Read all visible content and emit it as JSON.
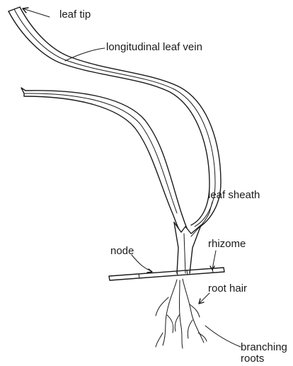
{
  "labels": {
    "leaf_tip": "leaf tip",
    "longitudinal_leaf_vein": "longitudinal leaf vein",
    "leaf_sheath": "leaf sheath",
    "node": "node",
    "rhizome": "rhizome",
    "root_hair": "root hair",
    "branching_roots_line1": "branching",
    "branching_roots_line2": "roots"
  }
}
